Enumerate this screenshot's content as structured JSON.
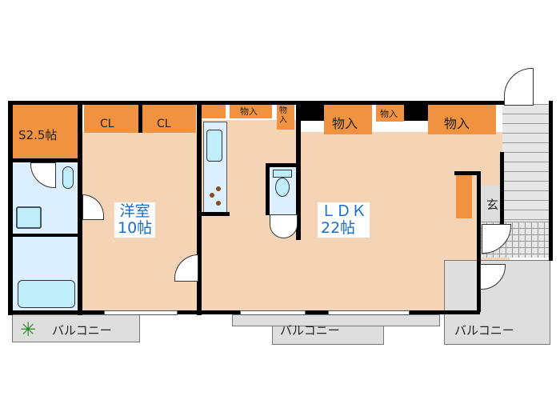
{
  "floorplan": {
    "rooms": {
      "storage_room": {
        "label": "S2.5帖"
      },
      "closet_1": {
        "label": "CL"
      },
      "closet_2": {
        "label": "CL"
      },
      "western_room": {
        "label_line1": "洋室",
        "label_line2": "10帖"
      },
      "ldk": {
        "label_line1": "ＬＤＫ",
        "label_line2": "22帖"
      },
      "storage_small_1": {
        "label": "物入"
      },
      "storage_small_2": {
        "label": "物入"
      },
      "storage_mid": {
        "label": "物入"
      },
      "storage_small_3": {
        "label": "物入"
      },
      "storage_large": {
        "label": "物入"
      },
      "entrance": {
        "label": "玄"
      }
    },
    "balconies": [
      {
        "label": "バルコニー"
      },
      {
        "label": "バルコニー"
      },
      {
        "label": "バルコニー"
      }
    ],
    "colors": {
      "ldk_floor": "#f5d3b5",
      "storage": "#f0923f",
      "wet_area": "#dcefff",
      "balcony": "#dedede",
      "room_label_text": "#1a6fc4",
      "wall": "#000000"
    }
  }
}
